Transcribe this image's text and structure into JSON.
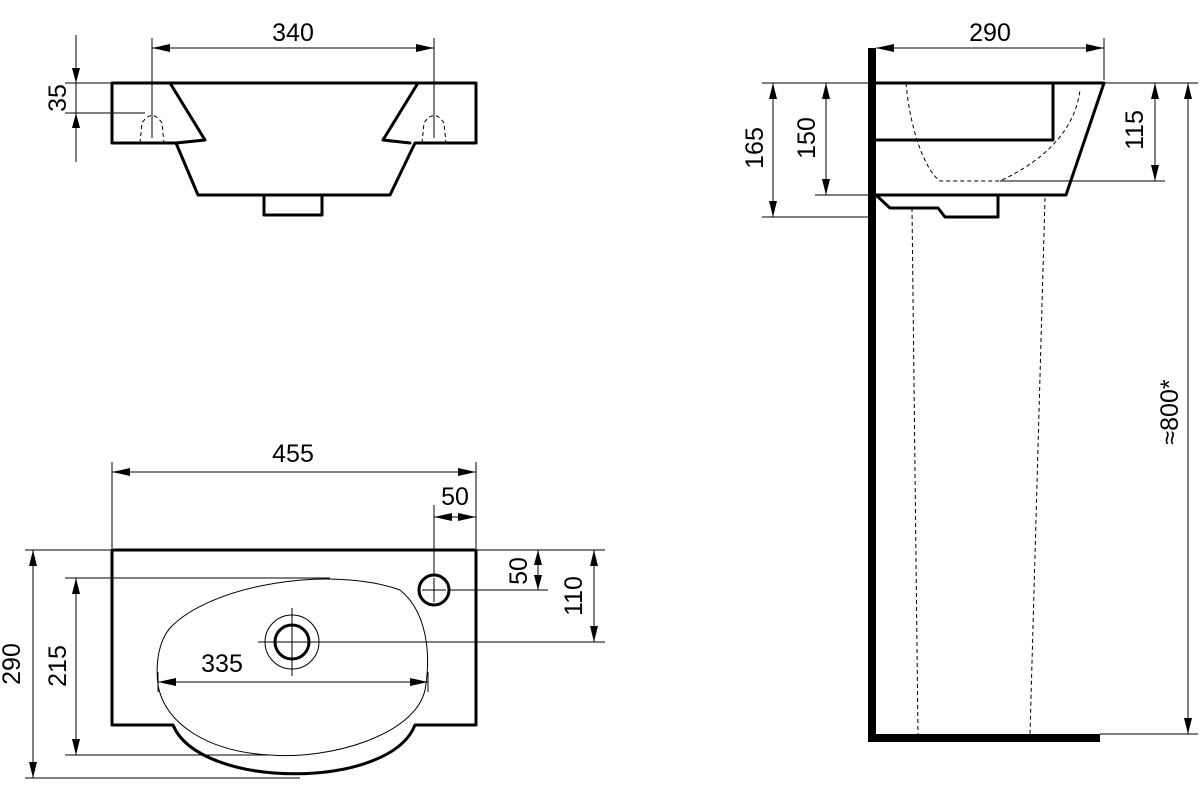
{
  "top_view": {
    "width_label": "340",
    "rim_label": "35"
  },
  "plan_view": {
    "overall_width_label": "455",
    "tap_offset_label": "50",
    "tap_depth_label": "50",
    "drain_depth_label": "110",
    "overall_depth_label": "290",
    "bowl_depth_label": "215",
    "bowl_width_label": "335"
  },
  "side_view": {
    "depth_label": "290",
    "total_height_label": "165",
    "basin_height_label": "150",
    "bowl_height_label": "115",
    "pedestal_height_label": "≈800*"
  }
}
